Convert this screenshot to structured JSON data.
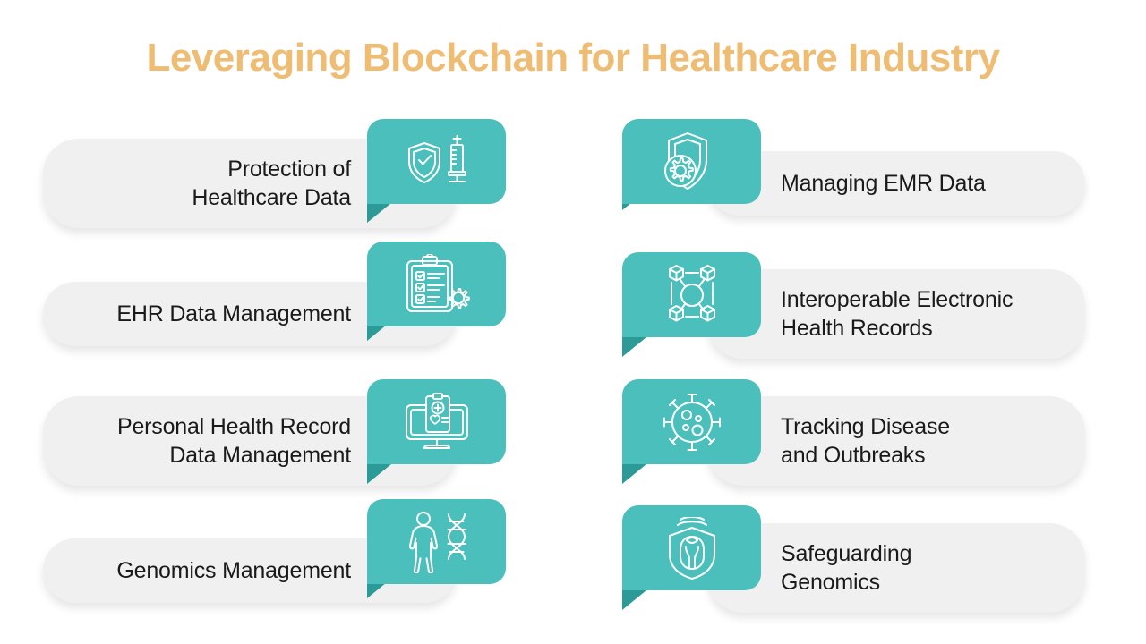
{
  "title": "Leveraging Blockchain for Healthcare Industry",
  "colors": {
    "title": "#EFBC74",
    "badge_teal": "#4BBFBB",
    "tail_teal": "#2C9A96",
    "card_bg": "#F0F0F0",
    "text": "#1a1a1a",
    "page_bg": "#FFFFFF"
  },
  "left_column": [
    {
      "label": "Protection of\nHealthcare Data",
      "icon": "shield-check-syringe-icon"
    },
    {
      "label": "EHR Data Management",
      "icon": "clipboard-checklist-gear-icon"
    },
    {
      "label": "Personal Health Record\nData Management",
      "icon": "monitor-medical-record-icon"
    },
    {
      "label": "Genomics Management",
      "icon": "person-dna-helix-icon"
    }
  ],
  "right_column": [
    {
      "label": "Managing EMR Data",
      "icon": "shield-gear-icon"
    },
    {
      "label": "Interoperable Electronic\nHealth Records",
      "icon": "blockchain-network-cubes-icon"
    },
    {
      "label": "Tracking Disease\nand Outbreaks",
      "icon": "virus-icon"
    },
    {
      "label": "Safeguarding\nGenomics",
      "icon": "shield-genomics-icon"
    }
  ]
}
